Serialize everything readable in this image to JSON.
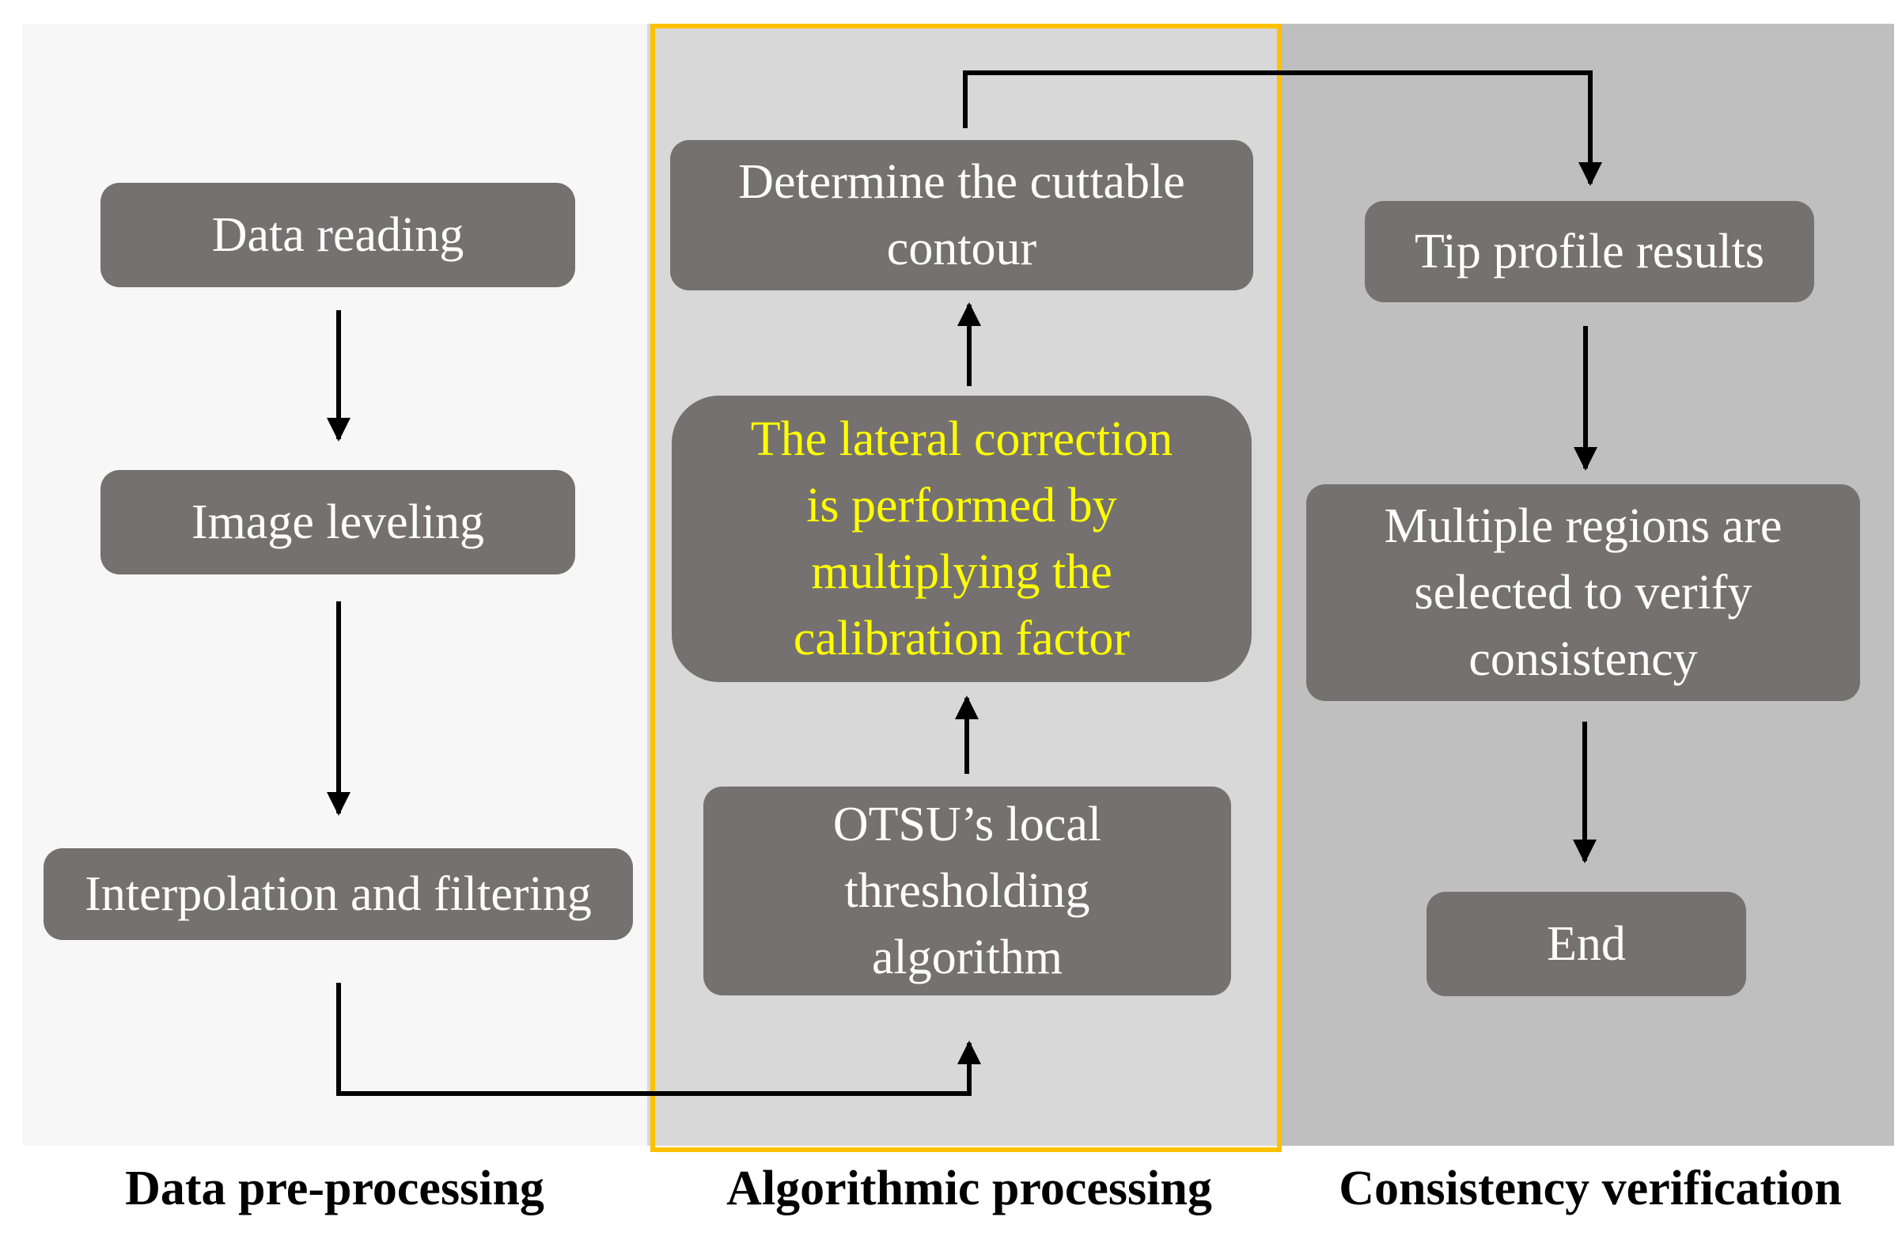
{
  "colors": {
    "box_fill": "#757171",
    "box_text": "#ffffff",
    "highlight_text": "#ffff00",
    "highlight_frame": "#ffc000",
    "panel_left": "#f7f7f7",
    "panel_mid": "#d8d8d8",
    "panel_right": "#bfbfbf",
    "arrow": "#000000"
  },
  "sections": [
    {
      "caption": "Data pre-processing",
      "steps": [
        "Data reading",
        "Image leveling",
        "Interpolation and filtering"
      ]
    },
    {
      "caption": "Algorithmic processing",
      "steps": [
        "OTSU’s  local\nthresholding\nalgorithm",
        "The lateral correction\nis performed by\nmultiplying  the\ncalibration factor",
        "Determine the cuttable\ncontour"
      ]
    },
    {
      "caption": "Consistency verification",
      "steps": [
        "Tip profile results",
        "Multiple regions are\nselected to verify\nconsistency",
        "End"
      ]
    }
  ]
}
